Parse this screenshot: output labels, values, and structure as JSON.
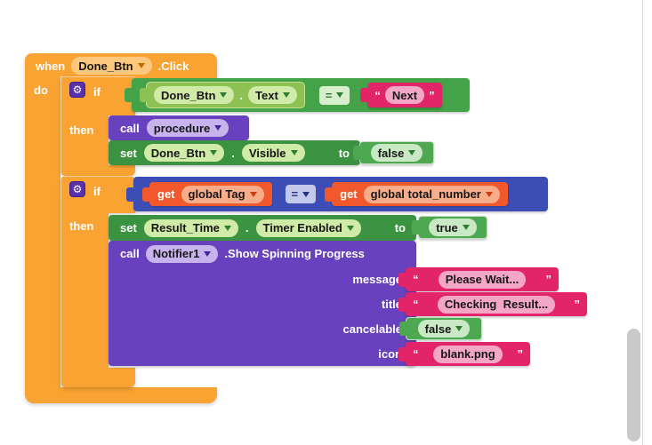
{
  "icons": {
    "gear": "⚙"
  },
  "punct": {
    "quote_open": "“",
    "quote_close": "”",
    "dot": "."
  },
  "colors": {
    "event_block": "#F9A332",
    "logic_compare_green": "#44A248",
    "setter_green": "#3B9342",
    "component_getter_green": "#8DC153",
    "logic_boolean_green": "#4EA852",
    "procedure_purple": "#6841BE",
    "compare_blue": "#3C4EB5",
    "variable_get_orange": "#F1582B",
    "text_pink": "#E22569",
    "scrollbar": "#C9C9C9"
  },
  "when_block": {
    "keyword": "when",
    "component": "Done_Btn",
    "event": ".Click",
    "do_label": "do"
  },
  "if1": {
    "if_label": "if",
    "then_label": "then",
    "condition": {
      "component": "Done_Btn",
      "property": "Text",
      "operator": "=",
      "text_value": "Next"
    },
    "call_procedure": {
      "keyword": "call",
      "name": "procedure"
    },
    "set_visible": {
      "keyword": "set",
      "component": "Done_Btn",
      "property": "Visible",
      "to_label": "to",
      "value": "false"
    }
  },
  "if2": {
    "if_label": "if",
    "then_label": "then",
    "condition": {
      "get_label": "get",
      "left_var": "global Tag",
      "operator": "=",
      "right_var": "global total_number"
    },
    "set_timer": {
      "keyword": "set",
      "component": "Result_Time",
      "property": "Timer Enabled",
      "to_label": "to",
      "value": "true"
    },
    "call_notifier": {
      "keyword": "call",
      "component": "Notifier1",
      "method": ".Show Spinning Progress",
      "params": [
        {
          "label": "message",
          "value": "Please Wait..."
        },
        {
          "label": "title",
          "value": "Checking  Result..."
        },
        {
          "label": "cancelable",
          "value": "false"
        },
        {
          "label": "icon",
          "value": "blank.png"
        }
      ]
    }
  }
}
